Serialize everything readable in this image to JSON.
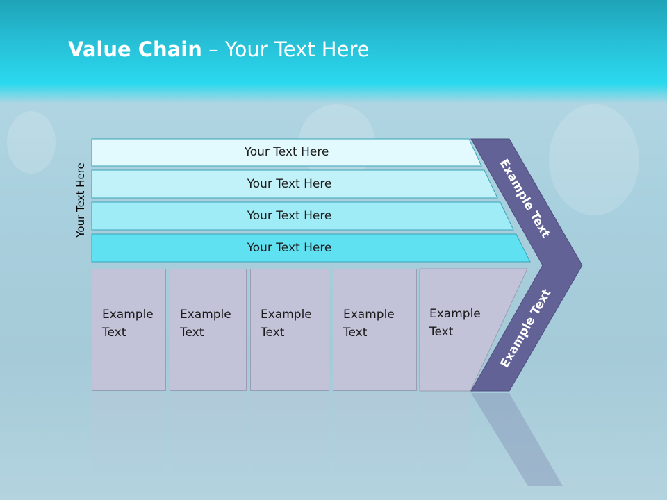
{
  "slide": {
    "title_bold": "Value Chain",
    "title_rest": " – Your Text Here",
    "side_label": "Your Text Here"
  },
  "bands": [
    {
      "label": "Your Text Here",
      "color": "#e2fafd"
    },
    {
      "label": "Your Text Here",
      "color": "#c2f2f9"
    },
    {
      "label": "Your Text Here",
      "color": "#9fecf6"
    },
    {
      "label": "Your Text Here",
      "color": "#5fe1f2"
    }
  ],
  "boxes": [
    {
      "line1": "Example",
      "line2": "Text"
    },
    {
      "line1": "Example",
      "line2": "Text"
    },
    {
      "line1": "Example",
      "line2": "Text"
    },
    {
      "line1": "Example",
      "line2": "Text"
    },
    {
      "line1": "Example",
      "line2": "Text"
    }
  ],
  "chevron": {
    "upper_text": "Example Text",
    "lower_text": "Example Text",
    "color": "#626297"
  },
  "colors": {
    "header_accent": "#2ad9ee",
    "box_fill": "#c2c2d8"
  }
}
